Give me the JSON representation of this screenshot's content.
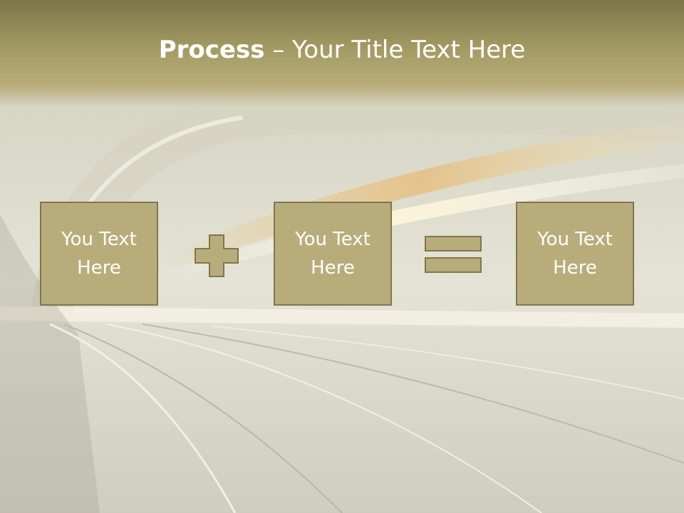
{
  "slide": {
    "title_bold": "Process",
    "title_rest": " – Your Title Text Here",
    "boxes": [
      {
        "text": "You Text Here"
      },
      {
        "text": "You Text Here"
      },
      {
        "text": "You Text Here"
      }
    ],
    "operators": [
      "plus-icon",
      "equals-icon"
    ]
  },
  "colors": {
    "header": "#a39a63",
    "box_fill": "#b8ad7a",
    "box_border": "#7f7750",
    "text": "#ffffff"
  }
}
